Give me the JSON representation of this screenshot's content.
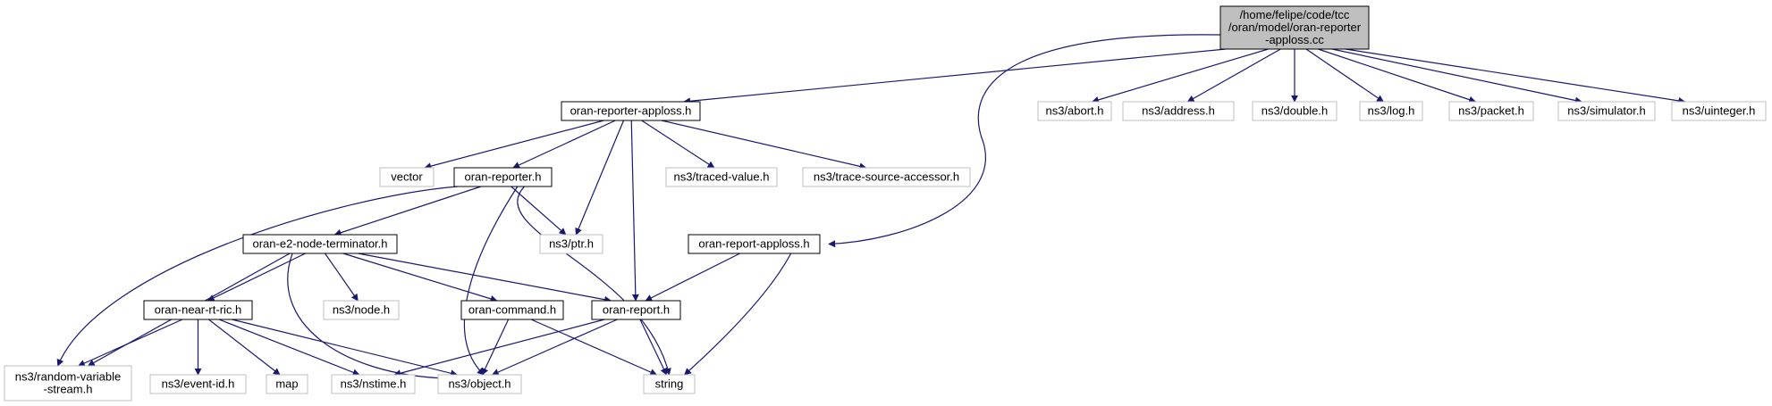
{
  "diagram": {
    "nodes": [
      {
        "id": "main",
        "lines": [
          "/home/felipe/code/tcc",
          "/oran/model/oran-reporter",
          "-apploss.cc"
        ],
        "kind": "main"
      },
      {
        "id": "reporter_apploss_h",
        "lines": [
          "oran-reporter-apploss.h"
        ],
        "kind": "dep"
      },
      {
        "id": "abort",
        "lines": [
          "ns3/abort.h"
        ],
        "kind": "ext"
      },
      {
        "id": "address",
        "lines": [
          "ns3/address.h"
        ],
        "kind": "ext"
      },
      {
        "id": "double",
        "lines": [
          "ns3/double.h"
        ],
        "kind": "ext"
      },
      {
        "id": "log",
        "lines": [
          "ns3/log.h"
        ],
        "kind": "ext"
      },
      {
        "id": "packet",
        "lines": [
          "ns3/packet.h"
        ],
        "kind": "ext"
      },
      {
        "id": "simulator",
        "lines": [
          "ns3/simulator.h"
        ],
        "kind": "ext"
      },
      {
        "id": "uinteger",
        "lines": [
          "ns3/uinteger.h"
        ],
        "kind": "ext"
      },
      {
        "id": "vector",
        "lines": [
          "vector"
        ],
        "kind": "ext"
      },
      {
        "id": "reporter_h",
        "lines": [
          "oran-reporter.h"
        ],
        "kind": "dep"
      },
      {
        "id": "traced_value",
        "lines": [
          "ns3/traced-value.h"
        ],
        "kind": "ext"
      },
      {
        "id": "trace_source",
        "lines": [
          "ns3/trace-source-accessor.h"
        ],
        "kind": "ext"
      },
      {
        "id": "e2_term",
        "lines": [
          "oran-e2-node-terminator.h"
        ],
        "kind": "dep"
      },
      {
        "id": "ptr",
        "lines": [
          "ns3/ptr.h"
        ],
        "kind": "ext"
      },
      {
        "id": "report_apploss",
        "lines": [
          "oran-report-apploss.h"
        ],
        "kind": "dep"
      },
      {
        "id": "near_rt_ric",
        "lines": [
          "oran-near-rt-ric.h"
        ],
        "kind": "dep"
      },
      {
        "id": "node",
        "lines": [
          "ns3/node.h"
        ],
        "kind": "ext"
      },
      {
        "id": "command",
        "lines": [
          "oran-command.h"
        ],
        "kind": "dep"
      },
      {
        "id": "report_h",
        "lines": [
          "oran-report.h"
        ],
        "kind": "dep"
      },
      {
        "id": "random_var",
        "lines": [
          "ns3/random-variable",
          "-stream.h"
        ],
        "kind": "ext"
      },
      {
        "id": "event_id",
        "lines": [
          "ns3/event-id.h"
        ],
        "kind": "ext"
      },
      {
        "id": "map",
        "lines": [
          "map"
        ],
        "kind": "ext"
      },
      {
        "id": "nstime",
        "lines": [
          "ns3/nstime.h"
        ],
        "kind": "ext"
      },
      {
        "id": "object",
        "lines": [
          "ns3/object.h"
        ],
        "kind": "ext"
      },
      {
        "id": "string",
        "lines": [
          "string"
        ],
        "kind": "ext"
      }
    ]
  },
  "colors": {
    "edge": "#191970",
    "main_fill": "#bfbfbf",
    "ext_border": "#bfbfbf",
    "dep_border": "#000000"
  }
}
